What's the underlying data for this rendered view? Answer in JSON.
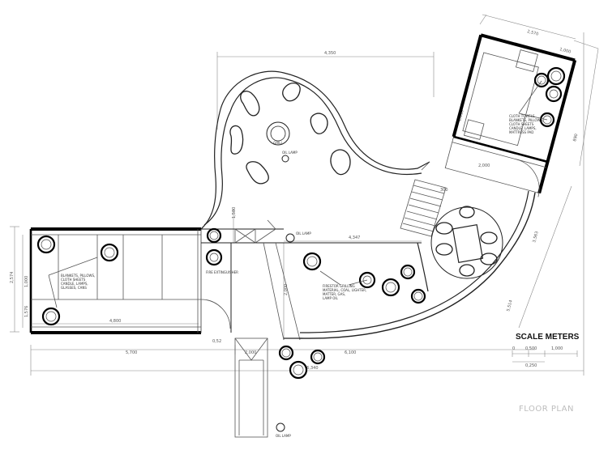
{
  "title": "FLOOR PLAN",
  "scale": {
    "label": "SCALE METERS",
    "ticks": [
      "0",
      "0,500",
      "1,000",
      "0,250"
    ]
  },
  "dimensions": {
    "top_overall": "4,350",
    "top_right_room": "2,570",
    "top_right_sub": "1,000",
    "bottom_left": "5,700",
    "bottom_right": "6,100",
    "bottom_overall": "16,340",
    "left_room_height": "2,574",
    "left_room_sub_a": "1,000",
    "left_room_sub_b": "1,576",
    "left_room_width": "4,800",
    "entry_step": "0,52",
    "mid_a": "1,580",
    "mid_b": "4,347",
    "mid_c": "2,000",
    "right_diag_a": "3,563",
    "right_diag_b": "5,514",
    "right_diag_c": "890",
    "right_room_a": "2,000",
    "right_room_b": "2,010",
    "right_room_c": "300",
    "entry_walk": "2,000"
  },
  "annotations": {
    "left_room": [
      "BLANKETS, PILLOWS,",
      "CLOTH SHEETS",
      "CANDLE, LAMPS,",
      "GLASSES, CANS"
    ],
    "right_room": [
      "CLOTH TOWELS",
      "BLANKETS, PILLOWS,",
      "CLOTH SHEETS",
      "CANDLE, LAMPS,",
      "MATTRESS PAD"
    ],
    "center": [
      "FIRESTOR GRILLING",
      "MATERIAL, COAL, LIGHTER,",
      "MATTER, GAS,",
      "LAMP OIL"
    ],
    "oil_lamp_top": "OIL LAMP",
    "oil_lamp_mid": "OIL LAMP",
    "oil_lamp_bottom": "OIL LAMP",
    "grill": "GRILL",
    "fire_extinguisher": "FIRE EXTINGUISHER"
  }
}
